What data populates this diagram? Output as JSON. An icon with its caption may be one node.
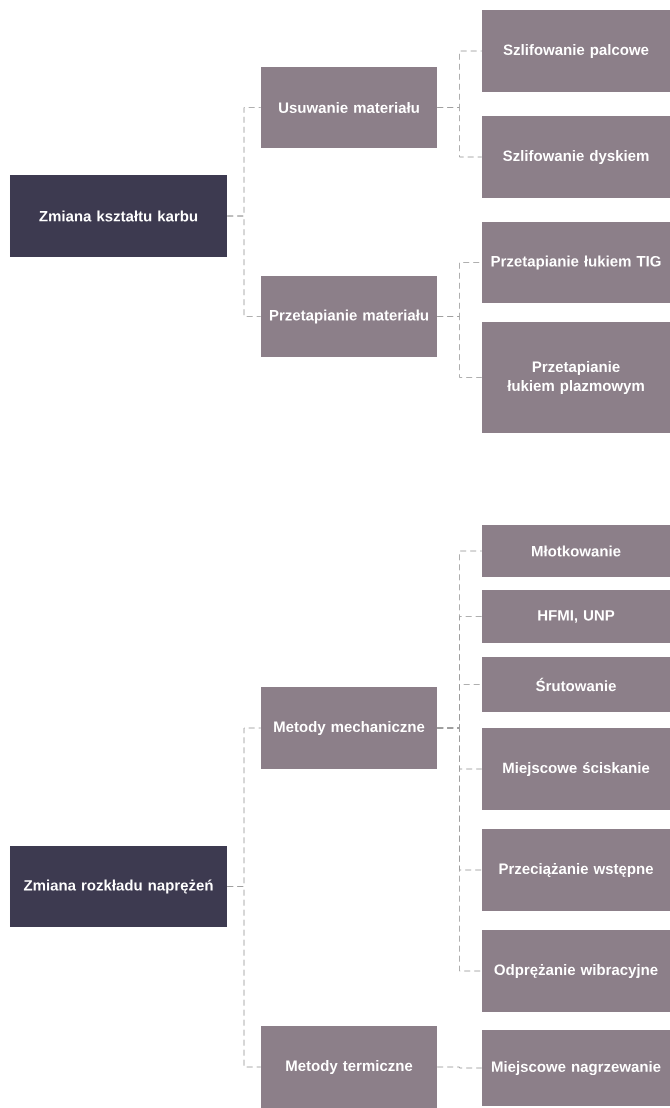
{
  "diagram": {
    "nodes": [
      {
        "text": [
          "Zmiana kształtu karbu"
        ]
      },
      {
        "text": [
          "Usuwanie materiału"
        ]
      },
      {
        "text": [
          "Szlifowanie palcowe"
        ]
      },
      {
        "text": [
          "Szlifowanie dyskiem"
        ]
      },
      {
        "text": [
          "Przetapianie materiału"
        ]
      },
      {
        "text": [
          "Przetapianie łukiem TIG"
        ]
      },
      {
        "text": [
          "Przetapianie łukiem plazmowym"
        ]
      },
      {
        "text": [
          "Zmiana rozkładu naprężeń"
        ]
      },
      {
        "text": [
          "Metody mechaniczne"
        ]
      },
      {
        "text": [
          "Młotkowanie"
        ]
      },
      {
        "text": [
          "HFMI, UNP"
        ]
      },
      {
        "text": [
          "Śrutowanie"
        ]
      },
      {
        "text": [
          "Miejscowe ściskanie"
        ]
      },
      {
        "text": [
          "Przeciążanie wstępne"
        ]
      },
      {
        "text": [
          "Odprężanie wibracyjne"
        ]
      },
      {
        "text": [
          "Metody termiczne"
        ]
      },
      {
        "text": [
          "Miejscowe nagrzewanie"
        ]
      }
    ],
    "edges": [
      {
        "from": 0,
        "to": 1,
        "arrow": "none",
        "style": "dashed"
      },
      {
        "from": 0,
        "to": 4,
        "arrow": "none",
        "style": "dashed"
      },
      {
        "from": 1,
        "to": 2,
        "arrow": "none",
        "style": "dashed"
      },
      {
        "from": 1,
        "to": 3,
        "arrow": "none",
        "style": "dashed"
      },
      {
        "from": 4,
        "to": 5,
        "arrow": "none",
        "style": "dashed"
      },
      {
        "from": 4,
        "to": 6,
        "arrow": "none",
        "style": "dashed"
      },
      {
        "from": 7,
        "to": 8,
        "arrow": "none",
        "style": "dashed"
      },
      {
        "from": 7,
        "to": 15,
        "arrow": "none",
        "style": "dashed"
      },
      {
        "from": 8,
        "to": 9,
        "arrow": "none",
        "style": "dashed"
      },
      {
        "from": 8,
        "to": 10,
        "arrow": "none",
        "style": "dashed"
      },
      {
        "from": 8,
        "to": 11,
        "arrow": "none",
        "style": "dashed"
      },
      {
        "from": 8,
        "to": 12,
        "arrow": "none",
        "style": "dashed"
      },
      {
        "from": 8,
        "to": 13,
        "arrow": "none",
        "style": "dashed"
      },
      {
        "from": 8,
        "to": 14,
        "arrow": "none",
        "style": "dashed"
      },
      {
        "from": 15,
        "to": 16,
        "arrow": "none",
        "style": "dashed"
      }
    ]
  }
}
